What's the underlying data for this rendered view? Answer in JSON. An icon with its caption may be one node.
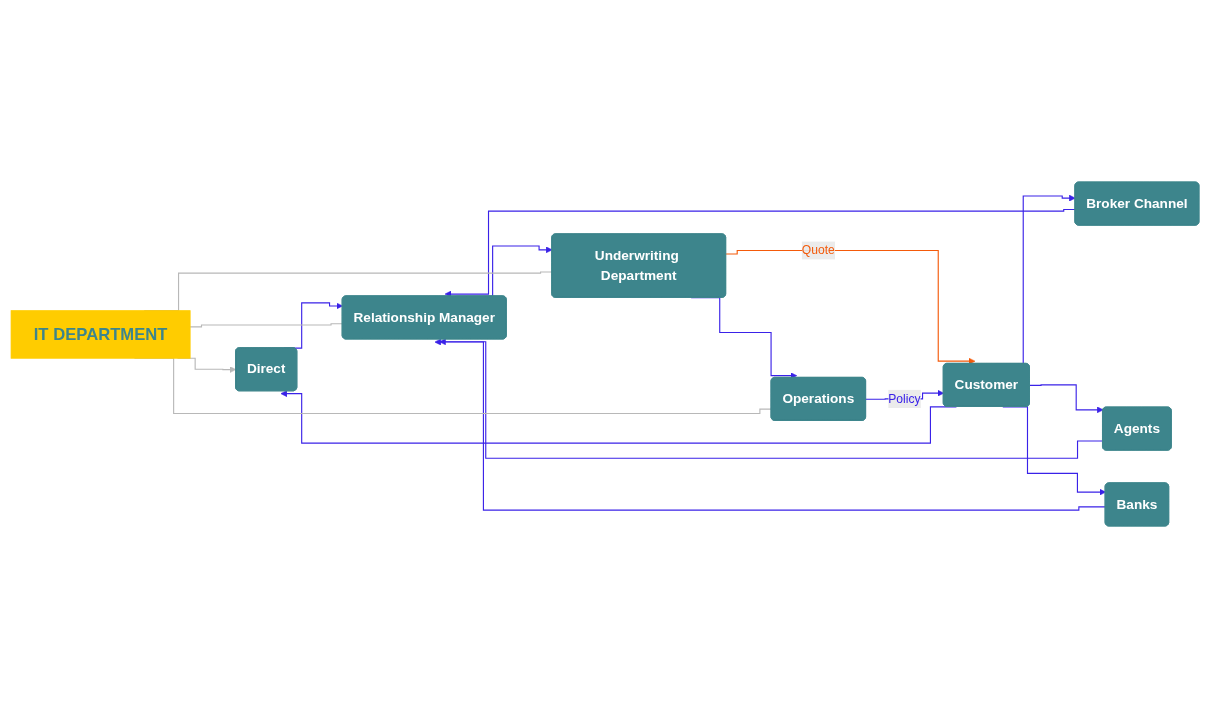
{
  "diagram": {
    "nodes": [
      {
        "text": [
          "IT DEPARTMENT"
        ]
      },
      {
        "text": [
          "Customer"
        ]
      },
      {
        "text": [
          "Direct"
        ]
      },
      {
        "text": [
          "Broker Channel"
        ]
      },
      {
        "text": [
          "Agents"
        ]
      },
      {
        "text": [
          "Banks"
        ]
      },
      {
        "text": [
          "Relationship Manager"
        ]
      },
      {
        "text": [
          "Underwriting Department"
        ]
      },
      {
        "text": [
          "Operations"
        ]
      }
    ],
    "edges": [
      {
        "from": 1,
        "to": 2,
        "arrow": "to"
      },
      {
        "from": 1,
        "to": 3,
        "arrow": "to"
      },
      {
        "from": 1,
        "to": 4,
        "arrow": "to"
      },
      {
        "from": 1,
        "to": 5,
        "arrow": "to"
      },
      {
        "from": 2,
        "to": 6,
        "arrow": "to"
      },
      {
        "from": 3,
        "to": 6,
        "arrow": "to"
      },
      {
        "from": 4,
        "to": 6,
        "arrow": "to"
      },
      {
        "from": 5,
        "to": 6,
        "arrow": "to"
      },
      {
        "from": 6,
        "to": 7,
        "arrow": "to"
      },
      {
        "from": 7,
        "to": 8,
        "arrow": "to"
      },
      {
        "from": 7,
        "to": 1,
        "arrow": "to",
        "label": "Quote",
        "color": "#f45a0a"
      },
      {
        "from": 8,
        "to": 1,
        "arrow": "to",
        "label": "Policy"
      },
      {
        "from": 0,
        "to": 2,
        "arrow": "to",
        "color": "#b8b8b8"
      },
      {
        "from": 0,
        "to": 6,
        "arrow": "none",
        "color": "#b8b8b8"
      },
      {
        "from": 0,
        "to": 7,
        "arrow": "none",
        "color": "#b8b8b8"
      },
      {
        "from": 0,
        "to": 8,
        "arrow": "none",
        "color": "#b8b8b8"
      }
    ]
  }
}
